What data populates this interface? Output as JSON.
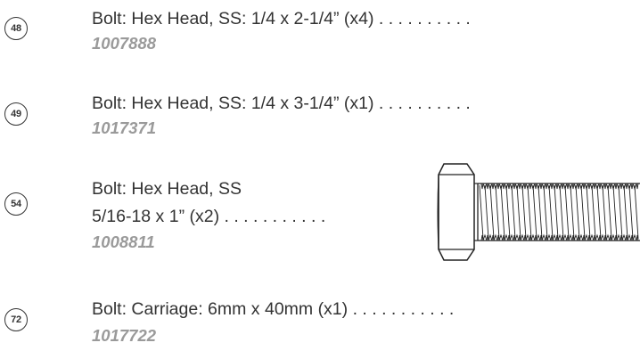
{
  "items": [
    {
      "number": "48",
      "description": "Bolt:  Hex Head, SS:  1/4 x 2-1/4” (x4)",
      "leader": " . . . . . . . . . .",
      "part_number": "1007888"
    },
    {
      "number": "49",
      "description": "Bolt:  Hex Head, SS:  1/4 x 3-1/4” (x1)",
      "leader": " . . . . . . . . . .",
      "part_number": "1017371"
    },
    {
      "number": "54",
      "description_line1": "Bolt:  Hex Head, SS",
      "description_line2": "5/16-18 x 1” (x2)",
      "leader": " . . . . . . . . . . .",
      "part_number": "1008811"
    },
    {
      "number": "72",
      "description": "Bolt:  Carriage:  6mm x 40mm (x1)",
      "leader": " . . . . . . . . . . .",
      "part_number": "1017722"
    }
  ],
  "illustration": {
    "icon": "hex-bolt-icon"
  }
}
